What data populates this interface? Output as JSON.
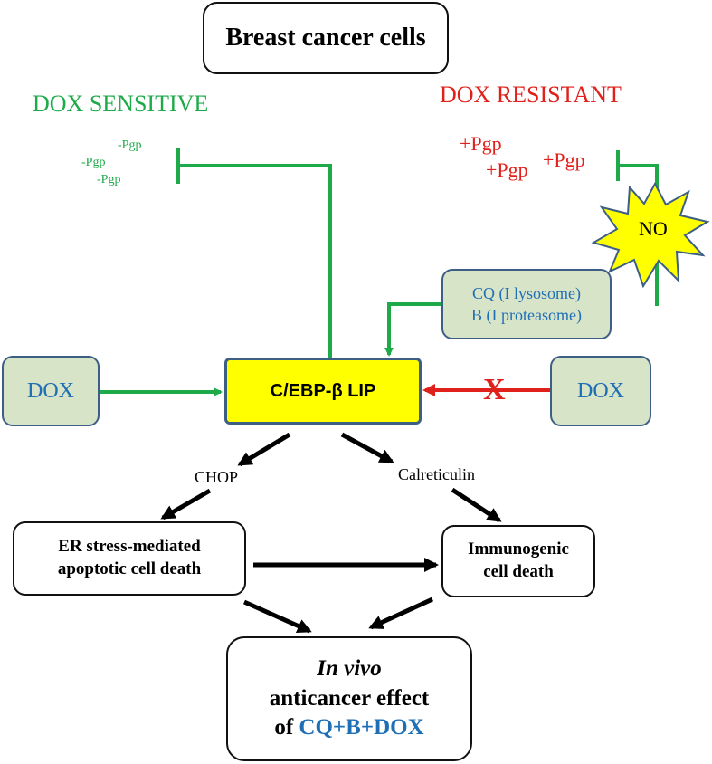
{
  "title_box": {
    "text": "Breast cancer cells"
  },
  "sensitive": {
    "heading": "DOX SENSITIVE",
    "pgp_labels": [
      "-Pgp",
      "-Pgp",
      "-Pgp"
    ]
  },
  "resistant": {
    "heading": "DOX RESISTANT",
    "pgp_labels": [
      "+Pgp",
      "+Pgp",
      "+Pgp"
    ],
    "burst_label": "NO"
  },
  "inhibitor_box": {
    "line1": "CQ (I lysosome)",
    "line2": "B (I proteasome)"
  },
  "dox_left": {
    "text": "DOX"
  },
  "dox_right": {
    "text": "DOX"
  },
  "blocked_mark": "X",
  "lip_box": {
    "text": "C/EBP-β LIP"
  },
  "chop_label": "CHOP",
  "calreticulin_label": "Calreticulin",
  "er_box": {
    "line1": "ER stress-mediated",
    "line2": "apoptotic cell death"
  },
  "immuno_box": {
    "line1": "Immunogenic",
    "line2": "cell death"
  },
  "effect_box": {
    "line1": "In vivo",
    "line2": "anticancer effect",
    "line3_prefix": "of ",
    "line3_highlight": "CQ+B+DOX"
  },
  "colors": {
    "green": "#1faa4a",
    "red": "#e0201b",
    "blue": "#1f6fb5",
    "yellow": "#ffff00",
    "drug_box_fill": "#d8e4c8"
  }
}
